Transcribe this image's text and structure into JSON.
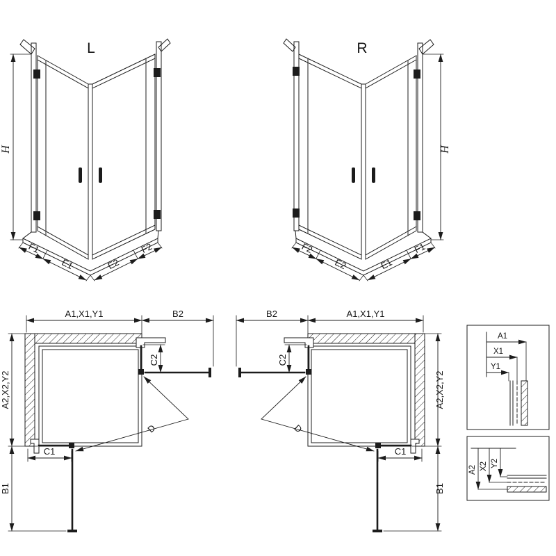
{
  "style": {
    "line_color": "#1c1c1c",
    "background": "#ffffff"
  },
  "iso_left": {
    "variant": "L",
    "height": "H",
    "f1": "F1",
    "e1": "E1",
    "e2": "E2",
    "f2": "F2"
  },
  "iso_right": {
    "variant": "R",
    "height": "H",
    "f2": "F2",
    "e2": "E2",
    "e1": "E1",
    "f1": "F1"
  },
  "plan_left": {
    "top_width": "A1,X1,Y1",
    "door_top": "B2",
    "fixed_side": "C2",
    "side_height": "A2,X2,Y2",
    "door_side": "B1",
    "fixed_bottom": "C1",
    "diagonal": "D"
  },
  "plan_right": {
    "door_top": "B2",
    "top_width": "A1,X1,Y1",
    "fixed_side": "C2",
    "side_height": "A2,X2,Y2",
    "door_side": "B1",
    "fixed_bottom": "C1",
    "diagonal": "D"
  },
  "detail_top": {
    "a": "A1",
    "x": "X1",
    "y": "Y1"
  },
  "detail_bottom": {
    "a": "A2",
    "x": "X2",
    "y": "Y2"
  }
}
